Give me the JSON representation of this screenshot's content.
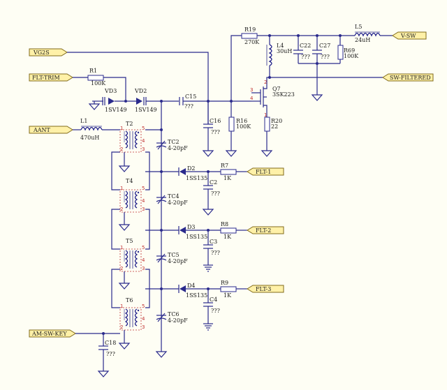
{
  "ports": {
    "vg2s": "VG2S",
    "flt_trim": "FLT-TRIM",
    "aant": "AANT",
    "am_sw_key": "AM-SW-KEY",
    "v_sw": "V-SW",
    "sw_filtered": "SW-FILTERED",
    "flt1": "FLT-1",
    "flt2": "FLT-2",
    "flt3": "FLT-3"
  },
  "components": {
    "r1": {
      "ref": "R1",
      "value": "100K"
    },
    "vd3": {
      "ref": "VD3",
      "value": "1SV149"
    },
    "vd2": {
      "ref": "VD2",
      "value": "1SV149"
    },
    "c15": {
      "ref": "C15",
      "value": "???"
    },
    "l1": {
      "ref": "L1",
      "value": "470uH"
    },
    "t2": {
      "ref": "T2"
    },
    "t4": {
      "ref": "T4"
    },
    "t5": {
      "ref": "T5"
    },
    "t6": {
      "ref": "T6"
    },
    "tc2": {
      "ref": "TC2",
      "value": "4-20pF"
    },
    "tc4": {
      "ref": "TC4",
      "value": "4-20pF"
    },
    "tc5": {
      "ref": "TC5",
      "value": "4-20pF"
    },
    "tc6": {
      "ref": "TC6",
      "value": "4-20pF"
    },
    "d2": {
      "ref": "D2",
      "value": "1SS135"
    },
    "d3": {
      "ref": "D3",
      "value": "1SS135"
    },
    "d4": {
      "ref": "D4",
      "value": "1SS135"
    },
    "r7": {
      "ref": "R7",
      "value": "1K"
    },
    "r8": {
      "ref": "R8",
      "value": "1K"
    },
    "r9": {
      "ref": "R9",
      "value": "1K"
    },
    "c2": {
      "ref": "C2",
      "value": "???"
    },
    "c3": {
      "ref": "C3",
      "value": "???"
    },
    "c4": {
      "ref": "C4",
      "value": "???"
    },
    "c16": {
      "ref": "C16",
      "value": "???"
    },
    "c18": {
      "ref": "C18",
      "value": "???"
    },
    "r16": {
      "ref": "R16",
      "value": "100K"
    },
    "r19": {
      "ref": "R19",
      "value": "270K"
    },
    "l4": {
      "ref": "L4",
      "value": "30uH"
    },
    "c22": {
      "ref": "C22",
      "value": "???"
    },
    "c27": {
      "ref": "C27",
      "value": "???"
    },
    "r69": {
      "ref": "R69",
      "value": "100K"
    },
    "l5": {
      "ref": "L5",
      "value": "24uH"
    },
    "q7": {
      "ref": "Q7",
      "value": "3SK223"
    },
    "r20": {
      "ref": "R20",
      "value": "22"
    }
  },
  "pins": {
    "p1": "1",
    "p2": "2",
    "p3": "3",
    "p4": "4",
    "p5": "5"
  },
  "colors": {
    "wire": "#2a2a8c",
    "port_fill": "#fff1a8",
    "pin_number": "#c03030",
    "background": "#fefef4"
  }
}
